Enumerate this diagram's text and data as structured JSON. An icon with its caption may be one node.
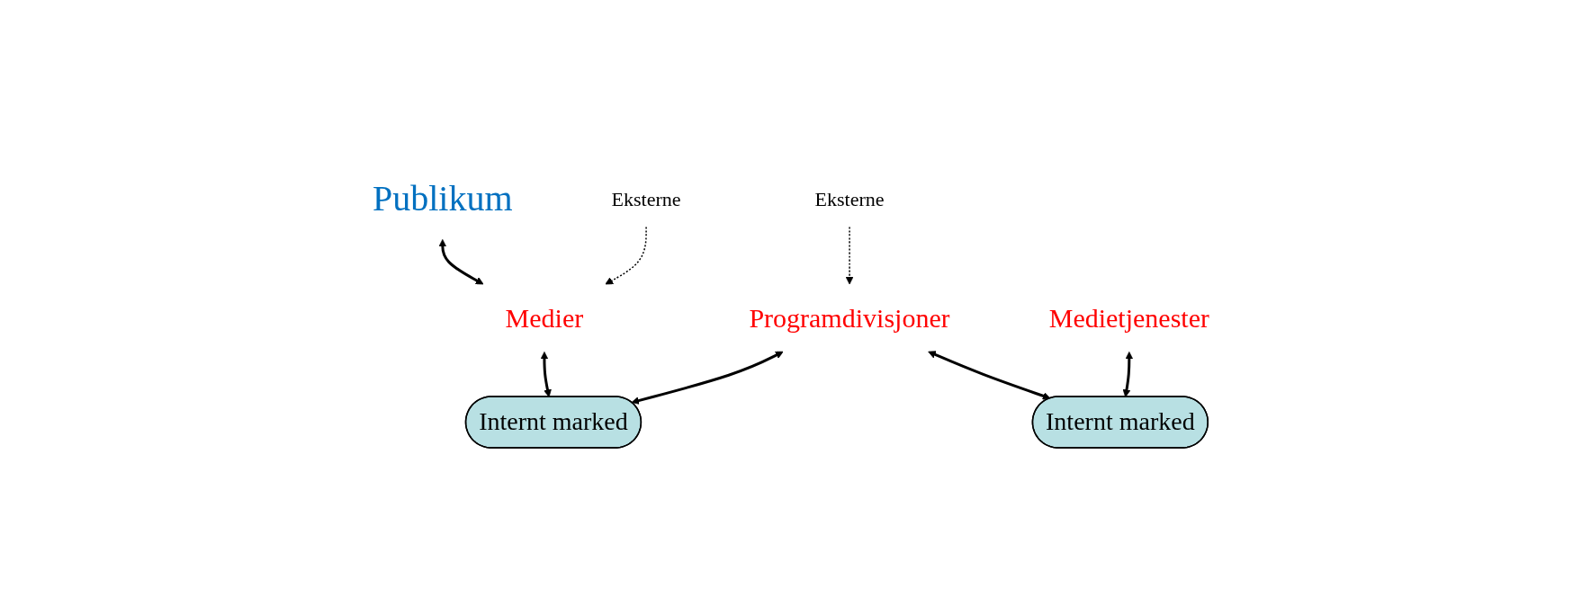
{
  "diagram": {
    "nodes": [
      {
        "text": [
          "Publikum"
        ]
      },
      {
        "text": [
          "Eksterne"
        ]
      },
      {
        "text": [
          "Medier"
        ]
      },
      {
        "text": [
          "Eksterne"
        ]
      },
      {
        "text": [
          "Programdivisjoner"
        ]
      },
      {
        "text": [
          "Internt marked"
        ]
      },
      {
        "text": [
          "Internt marked"
        ]
      },
      {
        "text": [
          "Medietjenester"
        ]
      }
    ],
    "edges": [
      {
        "from": 0,
        "to": 2,
        "arrow": "both"
      },
      {
        "from": 1,
        "to": 2,
        "arrow": "to",
        "style": "dashed"
      },
      {
        "from": 2,
        "to": 5,
        "arrow": "both"
      },
      {
        "from": 3,
        "to": 4,
        "arrow": "to",
        "style": "dashed"
      },
      {
        "from": 4,
        "to": 5,
        "arrow": "both"
      },
      {
        "from": 4,
        "to": 6,
        "arrow": "both"
      },
      {
        "from": 7,
        "to": 6,
        "arrow": "both"
      }
    ]
  }
}
